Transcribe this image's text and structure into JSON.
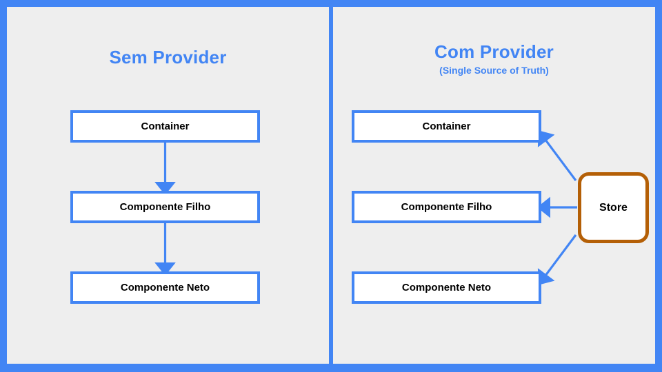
{
  "diagram": {
    "title_hidden": "",
    "colors": {
      "frame_blue": "#4285f4",
      "panel_background": "#eeeeee",
      "box_border_blue": "#4285f4",
      "box_fill": "#ffffff",
      "store_border_brown": "#b45f06",
      "arrow_blue": "#4285f4",
      "label_text": "#000000",
      "title_text": "#4285f4"
    },
    "panels": [
      {
        "id": "left",
        "title": "Sem Provider",
        "subtitle": "",
        "nodes": [
          {
            "id": "container",
            "label": "Container"
          },
          {
            "id": "filho",
            "label": "Componente Filho"
          },
          {
            "id": "neto",
            "label": "Componente Neto"
          }
        ],
        "arrows": [
          {
            "from": "container",
            "to": "filho",
            "direction": "down",
            "style": "straight-vertical"
          },
          {
            "from": "filho",
            "to": "neto",
            "direction": "down",
            "style": "straight-vertical"
          }
        ]
      },
      {
        "id": "right",
        "title": "Com Provider",
        "subtitle": "(Single Source of Truth)",
        "nodes": [
          {
            "id": "container",
            "label": "Container"
          },
          {
            "id": "filho",
            "label": "Componente Filho"
          },
          {
            "id": "neto",
            "label": "Componente Neto"
          },
          {
            "id": "store",
            "label": "Store"
          }
        ],
        "arrows": [
          {
            "from": "store",
            "to": "container",
            "direction": "up-left",
            "style": "diagonal"
          },
          {
            "from": "store",
            "to": "filho",
            "direction": "left",
            "style": "horizontal"
          },
          {
            "from": "store",
            "to": "neto",
            "direction": "down-left",
            "style": "diagonal"
          }
        ]
      }
    ]
  }
}
